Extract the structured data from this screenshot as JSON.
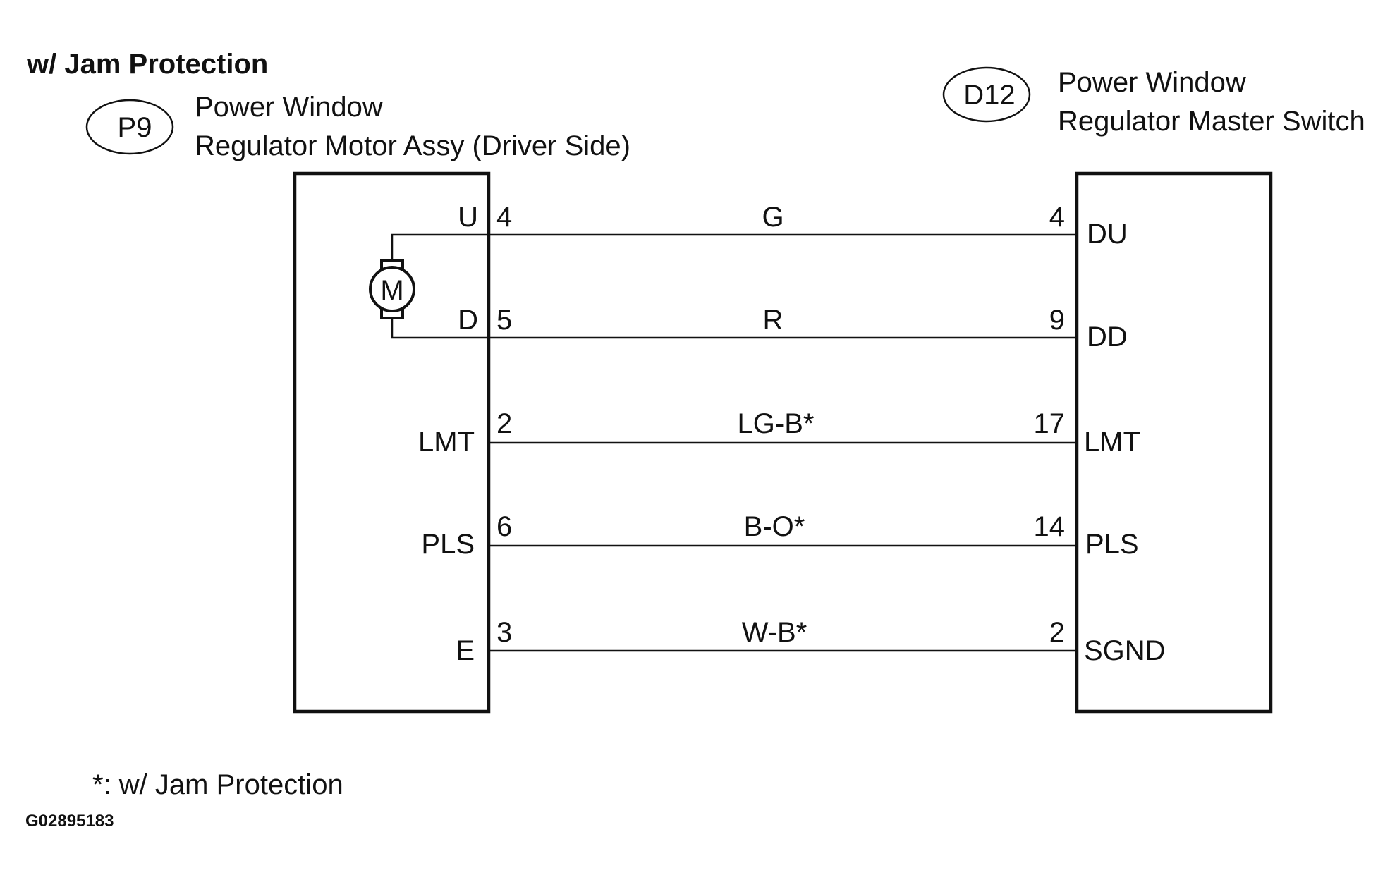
{
  "heading": "w/ Jam Protection",
  "left_component": {
    "code": "P9",
    "name_line1": "Power Window",
    "name_line2": "Regulator Motor Assy (Driver Side)",
    "motor_symbol": "M"
  },
  "right_component": {
    "code": "D12",
    "name_line1": "Power Window",
    "name_line2": "Regulator Master Switch"
  },
  "connections": [
    {
      "left_terminal": "U",
      "left_pin": "4",
      "wire_color": "G",
      "right_pin": "4",
      "right_terminal": "DU"
    },
    {
      "left_terminal": "D",
      "left_pin": "5",
      "wire_color": "R",
      "right_pin": "9",
      "right_terminal": "DD"
    },
    {
      "left_terminal": "LMT",
      "left_pin": "2",
      "wire_color": "LG-B*",
      "right_pin": "17",
      "right_terminal": "LMT"
    },
    {
      "left_terminal": "PLS",
      "left_pin": "6",
      "wire_color": "B-O*",
      "right_pin": "14",
      "right_terminal": "PLS"
    },
    {
      "left_terminal": "E",
      "left_pin": "3",
      "wire_color": "W-B*",
      "right_pin": "2",
      "right_terminal": "SGND"
    }
  ],
  "footnote": "*: w/ Jam Protection",
  "figure_code": "G02895183"
}
